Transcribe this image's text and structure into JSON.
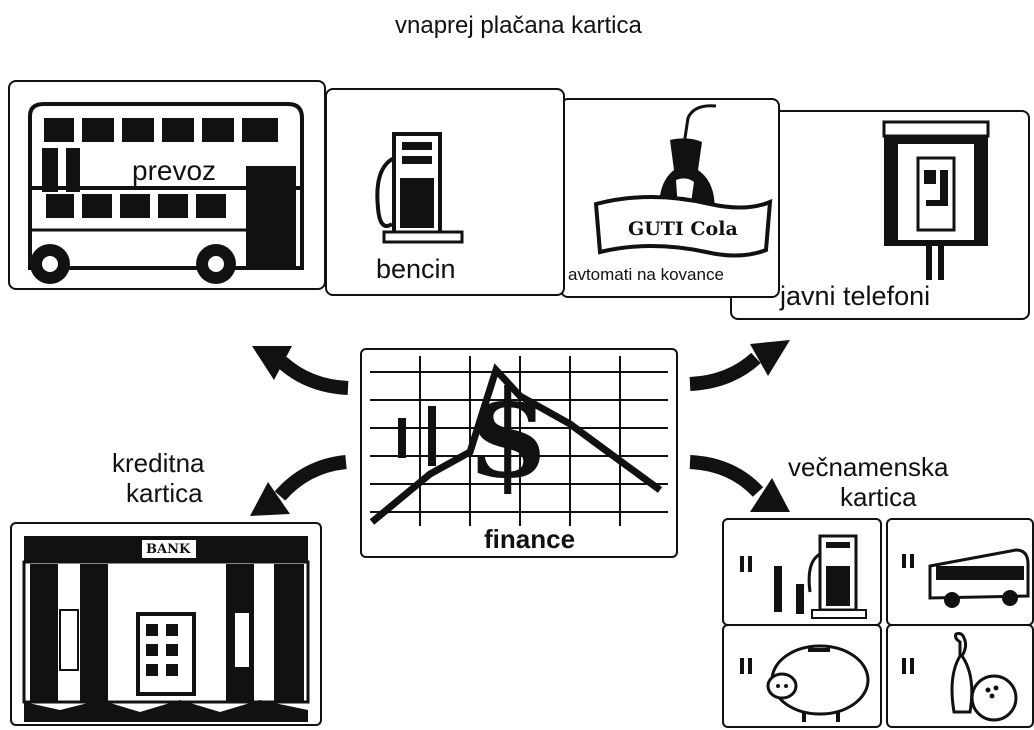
{
  "title": "vnaprej plačana kartica",
  "center": {
    "label": "finance"
  },
  "prepaid_uses": [
    {
      "label": "prevoz"
    },
    {
      "label": "bencin"
    },
    {
      "label": "avtomati na kovance",
      "brand": "GUTI Cola"
    },
    {
      "label": "javni telefoni"
    }
  ],
  "credit": {
    "label_line1": "kreditna",
    "label_line2": "kartica",
    "sign": "BANK"
  },
  "multipurpose": {
    "label_line1": "večnamenska",
    "label_line2": "kartica"
  },
  "icons": [
    "bus-icon",
    "fuel-pump-icon",
    "cola-bottle-icon",
    "phone-booth-icon",
    "bank-icon",
    "dollar-chart-icon",
    "piggy-bank-icon",
    "bowling-icon",
    "coach-bus-icon"
  ]
}
